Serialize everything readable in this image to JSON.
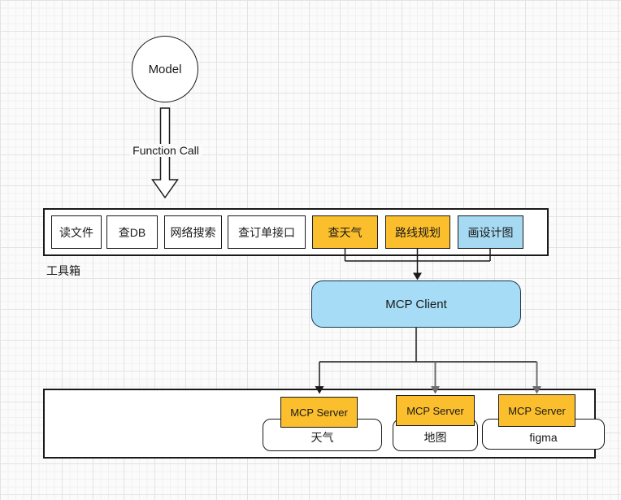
{
  "model": {
    "label": "Model"
  },
  "arrow": {
    "label": "Function Call"
  },
  "toolbox": {
    "caption": "工具箱",
    "tools": [
      {
        "label": "读文件",
        "style": "plain"
      },
      {
        "label": "查DB",
        "style": "plain"
      },
      {
        "label": "网络搜索",
        "style": "plain"
      },
      {
        "label": "查订单接口",
        "style": "plain"
      },
      {
        "label": "查天气",
        "style": "orange"
      },
      {
        "label": "路线规划",
        "style": "orange"
      },
      {
        "label": "画设计图",
        "style": "blue"
      }
    ]
  },
  "client": {
    "label": "MCP Client"
  },
  "servers": [
    {
      "box_label": "MCP Server",
      "service_label": "天气"
    },
    {
      "box_label": "MCP Server",
      "service_label": "地图"
    },
    {
      "box_label": "MCP Server",
      "service_label": "figma"
    }
  ],
  "colors": {
    "tool_orange": "#FBBE2C",
    "tool_blue": "#A6D9F2",
    "client_fill": "#A6DCF6",
    "server_orange": "#FBBE2C",
    "line_black": "#1a1a1a",
    "line_gray": "#6e6e6e",
    "grid_major": "#e3e3e3",
    "grid_minor": "#f1f1f1"
  }
}
